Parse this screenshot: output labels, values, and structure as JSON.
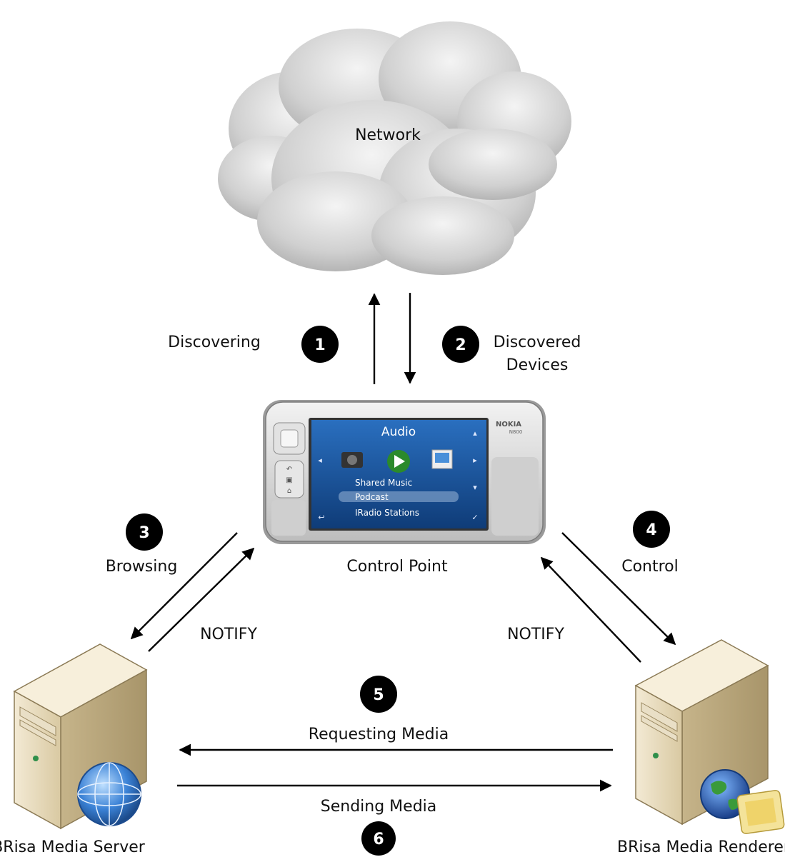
{
  "network": {
    "label": "Network"
  },
  "steps": [
    {
      "number": "1",
      "label": "Discovering"
    },
    {
      "number": "2",
      "label_lines": [
        "Discovered",
        "Devices"
      ]
    },
    {
      "number": "3",
      "label": "Browsing"
    },
    {
      "number": "4",
      "label": "Control"
    },
    {
      "number": "5",
      "label": "Requesting Media"
    },
    {
      "number": "6",
      "label": "Sending Media"
    }
  ],
  "notify_left": "NOTIFY",
  "notify_right": "NOTIFY",
  "control_point": {
    "label": "Control Point",
    "brand": "NOKIA",
    "model": "N800",
    "screen_title": "Audio",
    "menu_items": [
      "Shared Music",
      "Podcast",
      "IRadio Stations"
    ],
    "selected_item": "Podcast"
  },
  "media_server": {
    "label": "BRisa Media Server"
  },
  "media_renderer": {
    "label": "BRisa Media Renderer"
  },
  "colors": {
    "server_body": "#e8dcc0",
    "screen_blue": "#1f5fa8",
    "cloud": "#d4d4d4"
  }
}
